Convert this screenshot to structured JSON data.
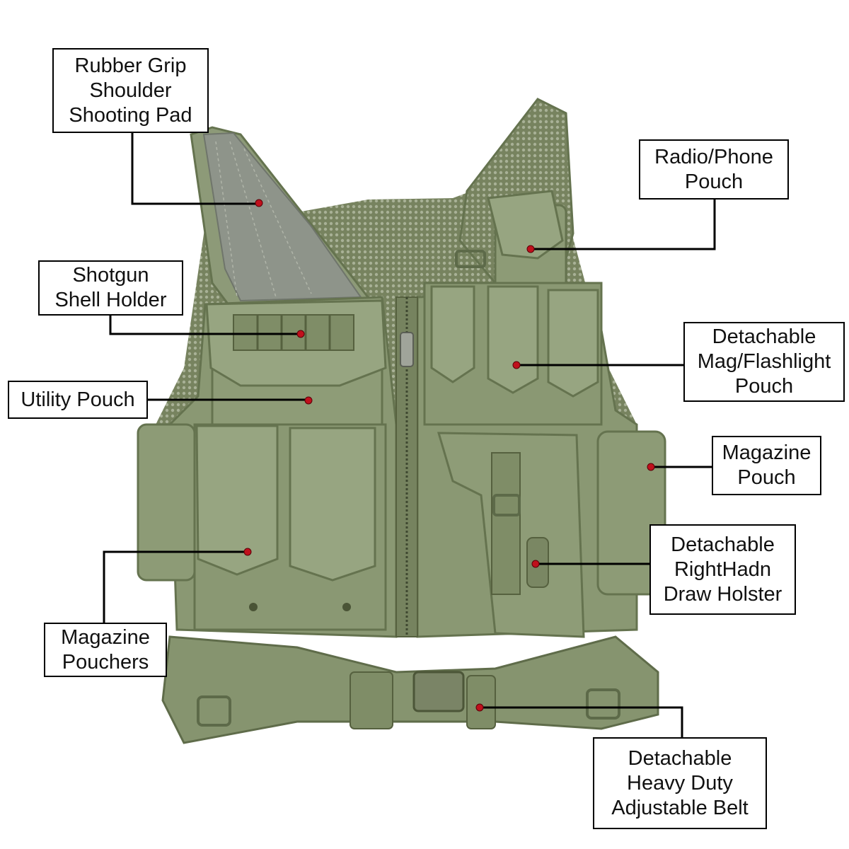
{
  "colors": {
    "vest_base": "#8c9b76",
    "vest_dark": "#65734f",
    "vest_light": "#a3b18c",
    "mesh": "#7f8b6b",
    "shoulder_pad": "#8e948a",
    "leader_line": "#000000",
    "marker_dot": "#c0101c"
  },
  "labels": {
    "shoulder_pad": [
      "Rubber Grip",
      "Shoulder",
      "Shooting Pad"
    ],
    "radio_pouch": [
      "Radio/Phone",
      "Pouch"
    ],
    "shell_holder": [
      "Shotgun",
      "Shell Holder"
    ],
    "mag_flashlight": [
      "Detachable",
      "Mag/Flashlight",
      "Pouch"
    ],
    "utility_pouch": [
      "Utility Pouch"
    ],
    "magazine_pouch": [
      "Magazine",
      "Pouch"
    ],
    "holster": [
      "Detachable",
      "RightHadn",
      "Draw Holster"
    ],
    "magazine_pouchers": [
      "Magazine",
      "Pouchers"
    ],
    "belt": [
      "Detachable",
      "Heavy Duty",
      "Adjustable Belt"
    ]
  }
}
